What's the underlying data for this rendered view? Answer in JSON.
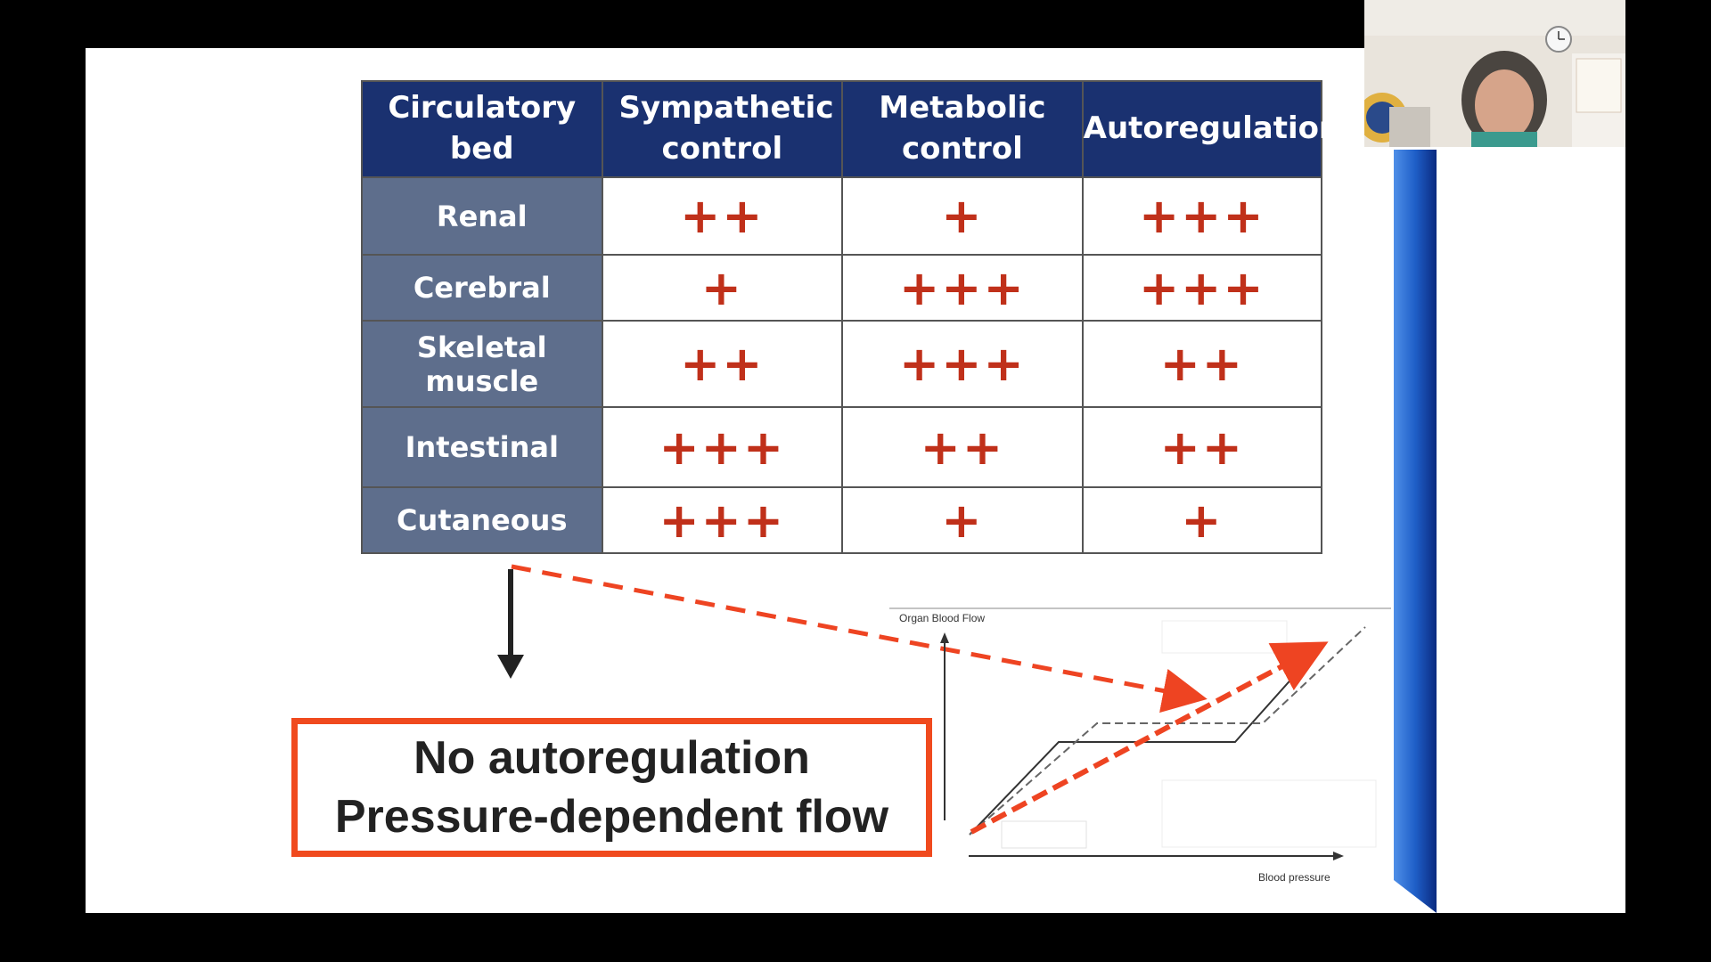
{
  "table": {
    "headers": [
      "Circulatory bed",
      "Sympathetic control",
      "Metabolic control",
      "Autoregulation"
    ],
    "rows": [
      {
        "bed": "Renal",
        "sympathetic": "++",
        "metabolic": "+",
        "autoregulation": "+++"
      },
      {
        "bed": "Cerebral",
        "sympathetic": "+",
        "metabolic": "+++",
        "autoregulation": "+++"
      },
      {
        "bed": "Skeletal muscle",
        "sympathetic": "++",
        "metabolic": "+++",
        "autoregulation": "++"
      },
      {
        "bed": "Intestinal",
        "sympathetic": "+++",
        "metabolic": "++",
        "autoregulation": "++"
      },
      {
        "bed": "Cutaneous",
        "sympathetic": "+++",
        "metabolic": "+",
        "autoregulation": "+"
      }
    ]
  },
  "callout": {
    "line1": "No autoregulation",
    "line2": "Pressure-dependent flow"
  },
  "chart": {
    "ylabel": "Organ Blood Flow",
    "xlabel": "Blood pressure"
  },
  "colors": {
    "header_bg": "#1a3170",
    "row_header_bg": "#5e6e8c",
    "plus": "#c0301a",
    "callout_border": "#f04a1e",
    "dashed_arrow": "#ee4422",
    "ribbon": "#1f5fc8"
  }
}
